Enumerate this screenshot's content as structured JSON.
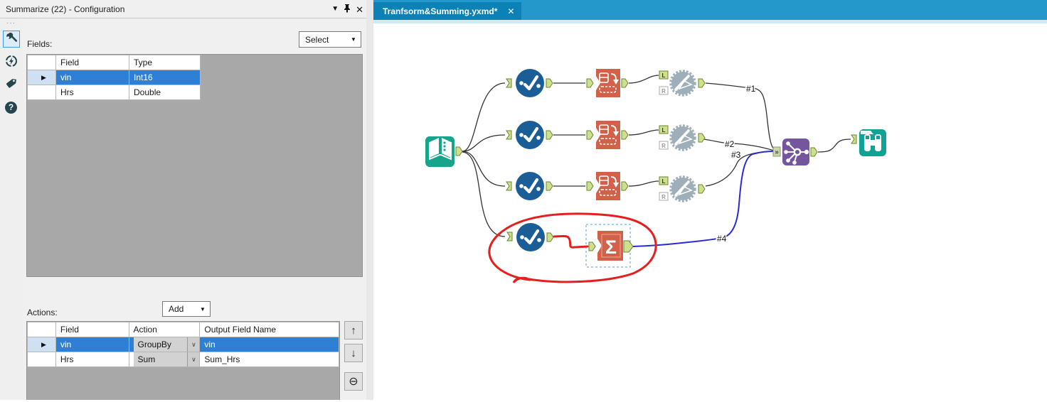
{
  "panel": {
    "title": "Summarize (22) - Configuration",
    "fields": {
      "label": "Fields:",
      "select_button": "Select",
      "columns": [
        "Field",
        "Type"
      ],
      "rows": [
        {
          "field": "vin",
          "type": "Int16"
        },
        {
          "field": "Hrs",
          "type": "Double"
        }
      ]
    },
    "actions": {
      "label": "Actions:",
      "add_button": "Add",
      "columns": [
        "Field",
        "Action",
        "Output Field Name"
      ],
      "rows": [
        {
          "field": "vin",
          "action": "GroupBy",
          "output": "vin"
        },
        {
          "field": "Hrs",
          "action": "Sum",
          "output": "Sum_Hrs"
        }
      ]
    }
  },
  "tab": {
    "title": "Tranfsorm&Summing.yxmd*"
  },
  "canvas": {
    "wire_labels": [
      "#1",
      "#2",
      "#3",
      "#4"
    ],
    "anchor_labels": {
      "left": "L",
      "right": "R"
    }
  },
  "icons": {
    "caret_down": "▼",
    "close": "✕",
    "chevron_down": "∨",
    "arrow_up": "↑",
    "arrow_down": "↓",
    "remove_circle": "⊖",
    "row_marker": "▶",
    "grip_dots": "···",
    "help": "?",
    "sigma": "Σ",
    "union_input": "»"
  },
  "colors": {
    "selection_blue": "#2e80d6",
    "tab_bar": "#2598cb",
    "tab_active": "#0c81b6",
    "tool_teal": "#17a48b",
    "tool_blue": "#1b5e97",
    "tool_orange": "#d2614a",
    "tool_gray": "#9fafba",
    "tool_purple": "#75569e",
    "anchor_green": "#cde08e",
    "wire_black": "#333333",
    "wire_blue": "#2b2bd5",
    "annotation_red": "#e61e1e"
  }
}
